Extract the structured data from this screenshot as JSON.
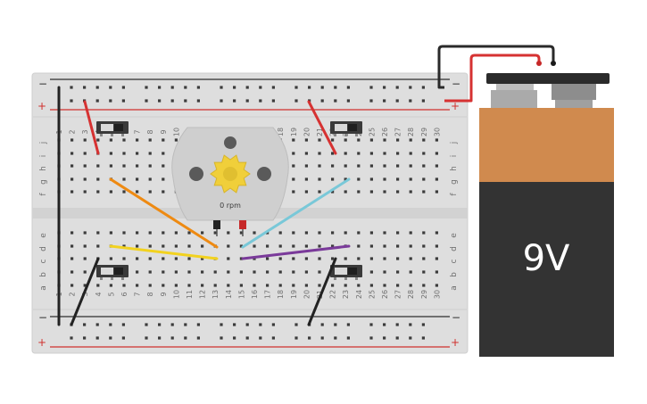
{
  "breadboard": {
    "columns": 30,
    "rows_top": [
      "j",
      "i",
      "h",
      "g",
      "f"
    ],
    "rows_bottom": [
      "e",
      "d",
      "c",
      "b",
      "a"
    ],
    "column_labels": [
      "1",
      "2",
      "3",
      "4",
      "5",
      "6",
      "7",
      "8",
      "9",
      "10",
      "11",
      "12",
      "13",
      "14",
      "15",
      "16",
      "17",
      "18",
      "19",
      "20",
      "21",
      "22",
      "23",
      "24",
      "25",
      "26",
      "27",
      "28",
      "29",
      "30"
    ],
    "rail_minus": "−",
    "rail_plus": "+",
    "colors": {
      "board": "#dedede",
      "hole": "#3b3b3b",
      "rail_red": "#d0302d",
      "rail_dark": "#2f2f2f"
    }
  },
  "motor": {
    "speed_text": "0 rpm",
    "gear_color": "#f0cf3a",
    "body_color": "#cfcfcf"
  },
  "battery": {
    "label": "9V",
    "top_color": "#d08a4e",
    "body_color": "#333333",
    "cap_color": "#2b2b2b"
  },
  "switches": [
    {
      "name": "switch-top-left"
    },
    {
      "name": "switch-top-right"
    },
    {
      "name": "switch-bottom-left"
    },
    {
      "name": "switch-bottom-right"
    }
  ],
  "wires": [
    {
      "name": "wire-red-left",
      "color": "#d63232"
    },
    {
      "name": "wire-red-right",
      "color": "#d63232"
    },
    {
      "name": "wire-orange",
      "color": "#ee8a12"
    },
    {
      "name": "wire-cyan",
      "color": "#79c8d8"
    },
    {
      "name": "wire-yellow",
      "color": "#f2d21f"
    },
    {
      "name": "wire-purple",
      "color": "#7a3a9a"
    },
    {
      "name": "wire-black-left",
      "color": "#222222"
    },
    {
      "name": "wire-black-right",
      "color": "#222222"
    },
    {
      "name": "wire-rail-vertical",
      "color": "#222222"
    },
    {
      "name": "lead-battery-negative",
      "color": "#2a2a2a"
    },
    {
      "name": "lead-battery-positive",
      "color": "#d63232"
    }
  ]
}
